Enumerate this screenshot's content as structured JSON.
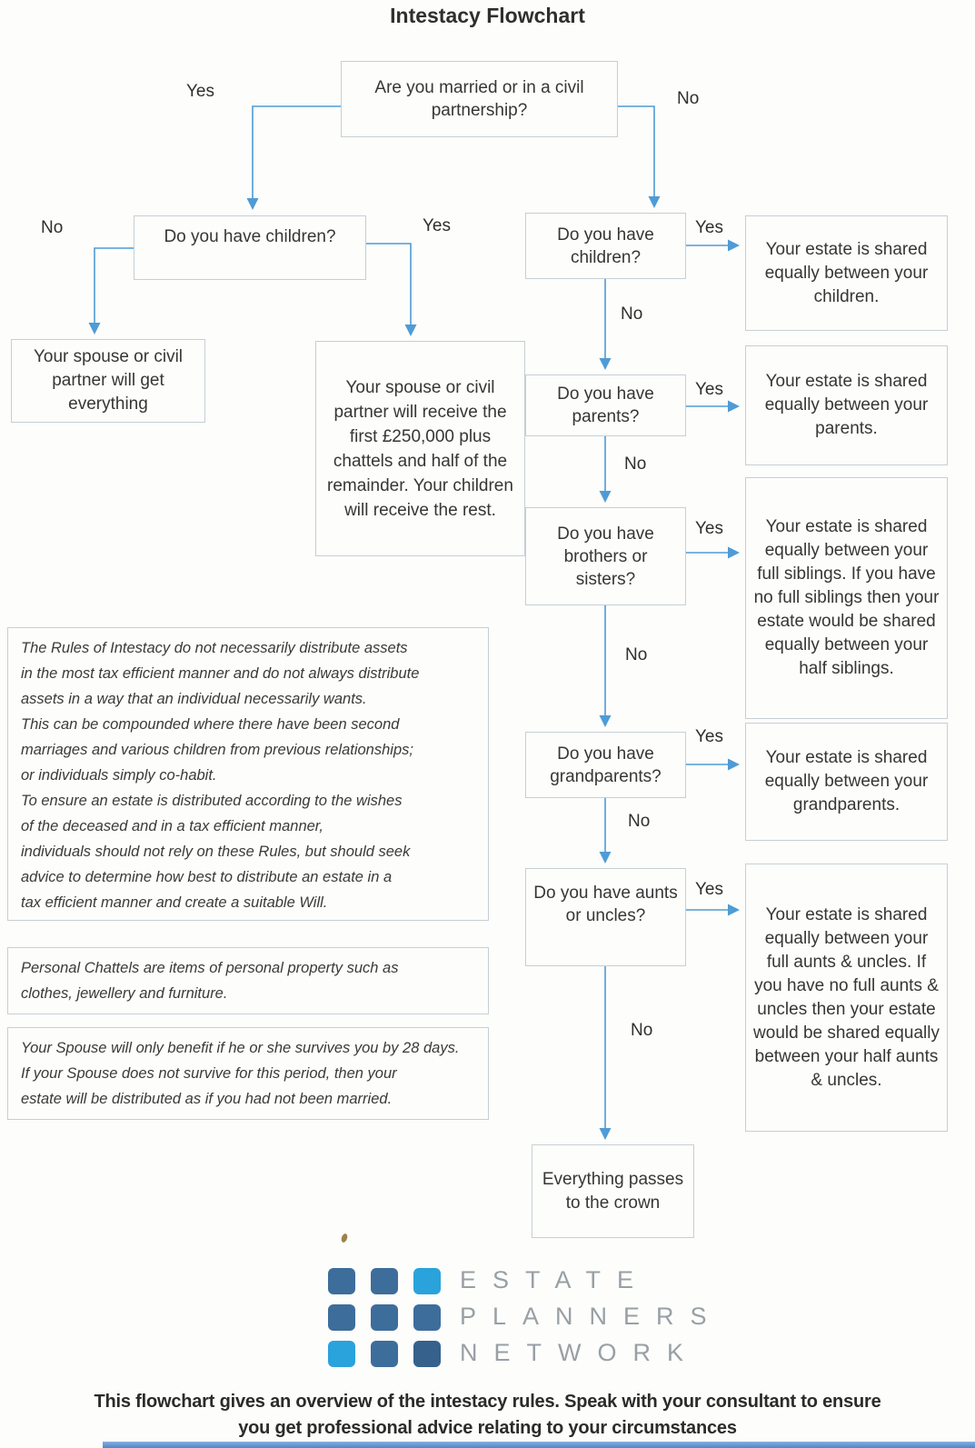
{
  "title": "Intestacy Flowchart",
  "colors": {
    "connector": "#4f9bd5",
    "box_border": "#c6cfd5",
    "text": "#363636",
    "logo_square_steel": "#3d6d9a",
    "logo_square_light": "#2aa2dc",
    "logo_square_dark": "#35618c",
    "logo_wordmark": "#98a0a5"
  },
  "flowchart": {
    "married": {
      "question": "Are you married or in a civil partnership?",
      "yes_label": "Yes",
      "no_label": "No"
    },
    "children_married": {
      "question": "Do you have children?",
      "no_label": "No",
      "yes_label": "Yes"
    },
    "spouse_everything": {
      "text": "Your spouse or civil partner will get everything"
    },
    "spouse_first_250k": {
      "text": "Your spouse or civil partner will receive the first £250,000 plus chattels and half of the remainder. Your children will receive the rest."
    },
    "children_unmarried": {
      "question": "Do you have children?",
      "yes_label": "Yes",
      "no_label": "No"
    },
    "estate_children": {
      "text": "Your estate is shared equally between your children."
    },
    "parents": {
      "question": "Do you have parents?",
      "yes_label": "Yes",
      "no_label": "No"
    },
    "estate_parents": {
      "text": "Your estate is shared equally between your parents."
    },
    "siblings": {
      "question": "Do you have brothers or sisters?",
      "yes_label": "Yes",
      "no_label": "No"
    },
    "estate_siblings": {
      "text": "Your estate is shared equally between your full siblings. If you have no full siblings then your estate would be shared equally between your half siblings."
    },
    "grandparents": {
      "question": "Do you have grandparents?",
      "yes_label": "Yes",
      "no_label": "No"
    },
    "estate_grandparents": {
      "text": "Your estate is shared equally between your grandparents."
    },
    "aunts_uncles": {
      "question": "Do you have aunts or uncles?",
      "yes_label": "Yes",
      "no_label": "No"
    },
    "estate_aunts_uncles": {
      "text": "Your estate is shared equally between your full aunts & uncles. If you have no full aunts & uncles then your estate would be shared equally between your half aunts & uncles."
    },
    "crown": {
      "text": "Everything passes to the crown"
    }
  },
  "notes": {
    "rules": "The Rules of Intestacy do not necessarily distribute assets\nin the most tax efficient manner and do not always distribute\nassets in a way that an individual necessarily wants.\nThis can be compounded where there have been second\nmarriages and various children from previous relationships;\nor individuals simply co-habit.\nTo ensure an estate is distributed according to the wishes\nof the deceased and in a tax efficient manner,\nindividuals should not rely on these Rules, but should seek\nadvice to determine how best to distribute an estate in a\ntax efficient manner and create a suitable Will.",
    "chattels": "Personal Chattels are items of personal property such as\nclothes, jewellery and furniture.",
    "spouse_28_days": "Your Spouse will only benefit if he or she survives you by 28 days.\nIf your Spouse does not survive for this period, then your\nestate will be distributed as if you had not been married."
  },
  "logo": {
    "line1": "ESTATE",
    "line2": "PLANNERS",
    "line3": "NETWORK"
  },
  "footer": "This flowchart gives an overview of the intestacy rules. Speak with your consultant to ensure\nyou get professional advice relating to your circumstances"
}
